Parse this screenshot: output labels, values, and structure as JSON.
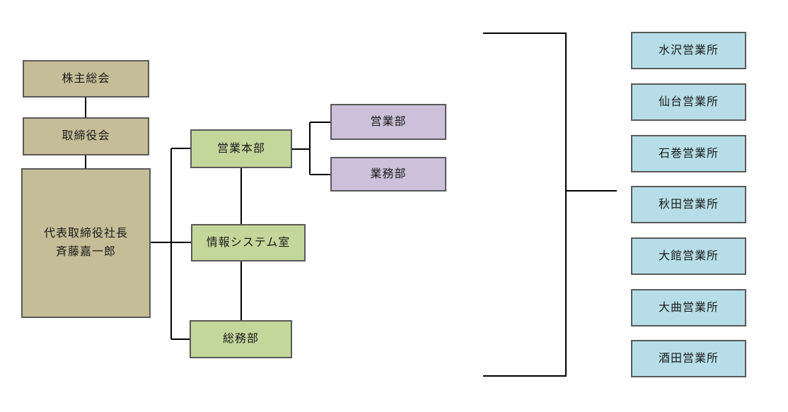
{
  "org": {
    "governance": [
      {
        "label": "株主総会"
      },
      {
        "label": "取締役会"
      }
    ],
    "president": {
      "title": "代表取締役社長",
      "name": "斉藤嘉一郎"
    },
    "divisions": [
      {
        "label": "営業本部"
      },
      {
        "label": "情報システム室"
      },
      {
        "label": "総務部"
      }
    ],
    "departments": [
      {
        "label": "営業部"
      },
      {
        "label": "業務部"
      }
    ],
    "offices": [
      {
        "label": "水沢営業所"
      },
      {
        "label": "仙台営業所"
      },
      {
        "label": "石巻営業所"
      },
      {
        "label": "秋田営業所"
      },
      {
        "label": "大館営業所"
      },
      {
        "label": "大曲営業所"
      },
      {
        "label": "酒田営業所"
      }
    ],
    "colors": {
      "governance_fill": "#c4bd97",
      "division_fill": "#c4d79b",
      "department_fill": "#ccc0da",
      "office_fill": "#b7dee8",
      "box_border": "#595959",
      "connector": "#000000",
      "text": "#1a1a1a"
    }
  }
}
